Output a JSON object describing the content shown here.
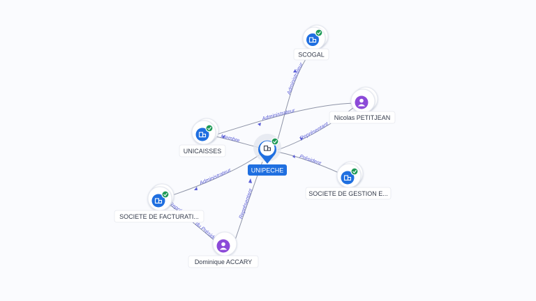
{
  "graph": {
    "center": {
      "label": "UNIPECHE",
      "type": "company",
      "verified": true
    },
    "nodes": [
      {
        "id": "scogal",
        "label": "SCOGAL",
        "type": "company",
        "verified": true
      },
      {
        "id": "petitjean",
        "label": "Nicolas PETITJEAN",
        "type": "person",
        "verified": false
      },
      {
        "id": "unicaisses",
        "label": "UNICAISSES",
        "type": "company",
        "verified": true
      },
      {
        "id": "gestion",
        "label": "SOCIETE DE GESTION E...",
        "type": "company",
        "verified": true
      },
      {
        "id": "facturation",
        "label": "SOCIETE DE FACTURATI...",
        "type": "company",
        "verified": true
      },
      {
        "id": "accary",
        "label": "Dominique ACCARY",
        "type": "person",
        "verified": false
      }
    ],
    "edges": [
      {
        "from": "center",
        "to": "scogal",
        "label": "Administrateur"
      },
      {
        "from": "petitjean",
        "to": "unicaisses",
        "label": "Administrateur"
      },
      {
        "from": "petitjean",
        "to": "center",
        "label": "Représentant"
      },
      {
        "from": "center",
        "to": "unicaisses",
        "label": "Membre"
      },
      {
        "from": "gestion",
        "to": "center",
        "label": "Président"
      },
      {
        "from": "center",
        "to": "facturation",
        "label": "Administrateur"
      },
      {
        "from": "accary",
        "to": "center",
        "label": "Représentant"
      },
      {
        "from": "accary",
        "to": "facturation",
        "label": "Représentant du Président du Conseil d'administration"
      }
    ],
    "colors": {
      "company": "#1f6fe0",
      "person": "#8c4ad8",
      "verified": "#1e9a57",
      "edge_label": "#5b5ed6"
    }
  }
}
